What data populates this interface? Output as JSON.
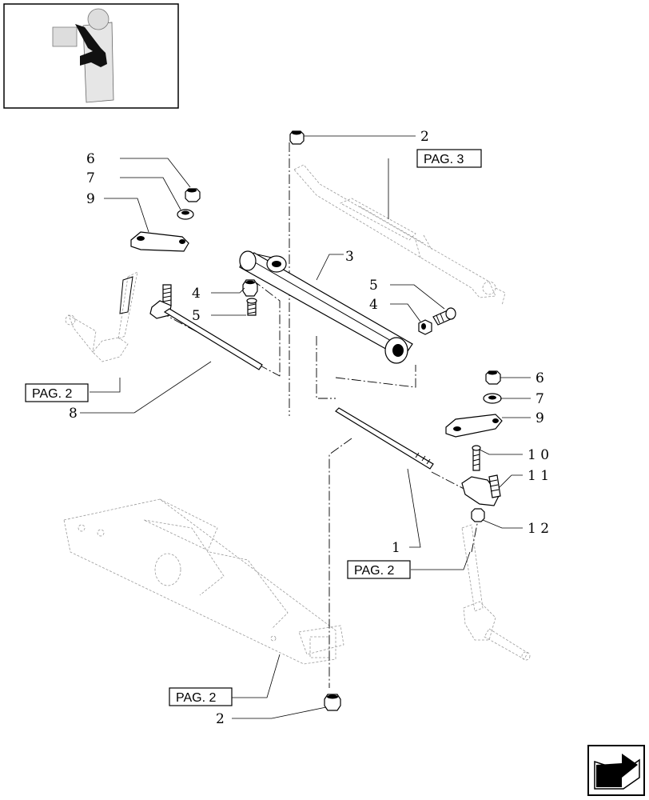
{
  "page_refs": {
    "pag3": "PAG. 3",
    "pag2_left": "PAG. 2",
    "pag2_right": "PAG. 2",
    "pag2_bottom": "PAG. 2"
  },
  "callouts": {
    "c2_top": "2",
    "c2_bottom": "2",
    "c6_left": "6",
    "c7_left": "7",
    "c9_left": "9",
    "c3": "3",
    "c4_left": "4",
    "c5_left": "5",
    "c5_right": "5",
    "c4_right": "4",
    "c6_right": "6",
    "c7_right": "7",
    "c9_right": "9",
    "c10": "1 0",
    "c11": "1 1",
    "c12": "1 2",
    "c1": "1",
    "c8": "8"
  },
  "icons": {
    "thumbnail": "locator-thumbnail",
    "nav": "next-page-arrow-icon"
  }
}
